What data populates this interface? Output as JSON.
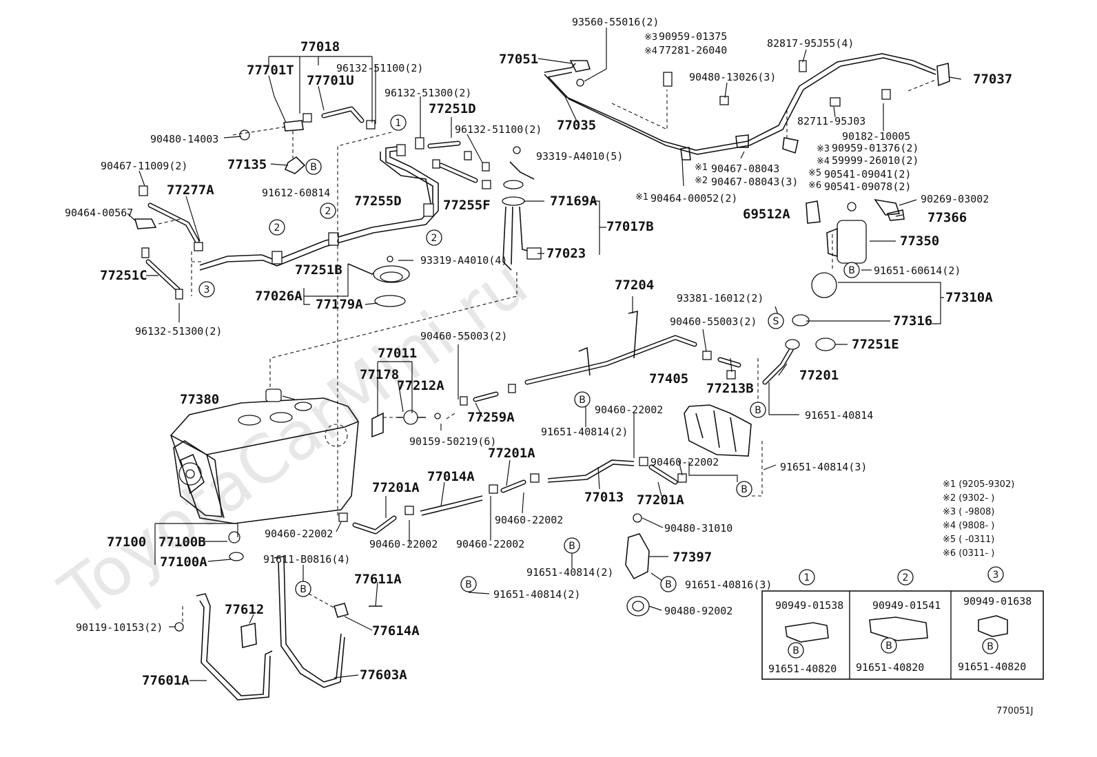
{
  "watermark": "ToyotaCarMini.ru",
  "figure_code": "770051J",
  "circle_markers": {
    "b": "B",
    "s": "S",
    "one": "1",
    "two": "2",
    "three": "3"
  },
  "part_labels": {
    "p77018": "77018",
    "p77701T": "77701T",
    "p77701U": "77701U",
    "p96132_51100_a": "96132-51100(2)",
    "p96132_51300_a": "96132-51300(2)",
    "p77251D": "77251D",
    "p96132_51100_b": "96132-51100(2)",
    "p90480_14003": "90480-14003",
    "p93319_A4010_5": "93319-A4010(5)",
    "p90467_11009": "90467-11009(2)",
    "p77135": "77135",
    "p91612_60814": "91612-60814",
    "p77277A": "77277A",
    "p77255D": "77255D",
    "p77255F": "77255F",
    "p77169A": "77169A",
    "p90464_00567": "90464-00567",
    "p77017B": "77017B",
    "p77023": "77023",
    "p77251C": "77251C",
    "p77251B": "77251B",
    "p93319_A4010_4": "93319-A4010(4)",
    "p77026A": "77026A",
    "p77179A": "77179A",
    "p96132_51300_b": "96132-51300(2)",
    "p93560_55016": "93560-55016(2)",
    "p90959_01375": "90959-01375",
    "p77281_26040": "77281-26040",
    "p82817_95J55": "82817-95J55(4)",
    "p77051": "77051",
    "p90480_13026": "90480-13026(3)",
    "p77037": "77037",
    "p77035": "77035",
    "p82711_95J03": "82711-95J03",
    "p90182_10005": "90182-10005",
    "p90959_01376": "90959-01376(2)",
    "p59999_26010": "59999-26010(2)",
    "p90467_08043": "90467-08043",
    "p90467_08043_3": "90467-08043(3)",
    "p90541_09041": "90541-09041(2)",
    "p90541_09078": "90541-09078(2)",
    "p90464_00052": "90464-00052(2)",
    "p90269_03002": "90269-03002",
    "p69512A": "69512A",
    "p77366": "77366",
    "p77350": "77350",
    "p91651_60614": "91651-60614(2)",
    "p77310A": "77310A",
    "p77204": "77204",
    "p93381_16012": "93381-16012(2)",
    "p90460_55003_b": "90460-55003(2)",
    "p77316": "77316",
    "p77251E": "77251E",
    "p90460_55003_a": "90460-55003(2)",
    "p77011": "77011",
    "p77178": "77178",
    "p77212A": "77212A",
    "p77201": "77201",
    "p77213B": "77213B",
    "p77405": "77405",
    "p77380": "77380",
    "p90460_22002_a": "90460-22002",
    "p91651_40814_a": "91651-40814",
    "p77259A": "77259A",
    "p91651_40814_2a": "91651-40814(2)",
    "p90159_50219": "90159-50219(6)",
    "p77201A_a": "77201A",
    "p90460_22002_b": "90460-22002",
    "p91651_40814_3": "91651-40814(3)",
    "p77014A": "77014A",
    "p77201A_b": "77201A",
    "p77013": "77013",
    "p77201A_c": "77201A",
    "p90460_22002_c": "90460-22002",
    "p90460_22002_d": "90460-22002",
    "p90460_22002_e": "90460-22002",
    "p90460_22002_f": "90460-22002",
    "p90480_31010": "90480-31010",
    "p77100": "77100",
    "p77100B": "77100B",
    "p77100A": "77100A",
    "p91611_B0816": "91611-B0816(4)",
    "p77611A": "77611A",
    "p77397": "77397",
    "p91651_40814_2b": "91651-40814(2)",
    "p91651_40816": "91651-40816(3)",
    "p91651_40814_2c": "91651-40814(2)",
    "p77612": "77612",
    "p77614A": "77614A",
    "p90480_92002": "90480-92002",
    "p90119_10153": "90119-10153(2)",
    "p77601A": "77601A",
    "p77603A": "77603A"
  },
  "ref_marks": {
    "r1": "※1",
    "r2": "※2",
    "r3": "※3",
    "r4": "※4",
    "r5": "※5",
    "r6": "※6"
  },
  "footnotes": [
    "※1 (9205-9302)",
    "※2 (9302-    )",
    "※3 (    -9808)",
    "※4 (9808-    )",
    "※5 (    -0311)",
    "※6 (0311-    )"
  ],
  "clamp_table": [
    {
      "marker": "1",
      "part": "90949-01538",
      "bolt": "91651-40820"
    },
    {
      "marker": "2",
      "part": "90949-01541",
      "bolt": "91651-40820"
    },
    {
      "marker": "3",
      "part": "90949-01638",
      "bolt": "91651-40820"
    }
  ]
}
